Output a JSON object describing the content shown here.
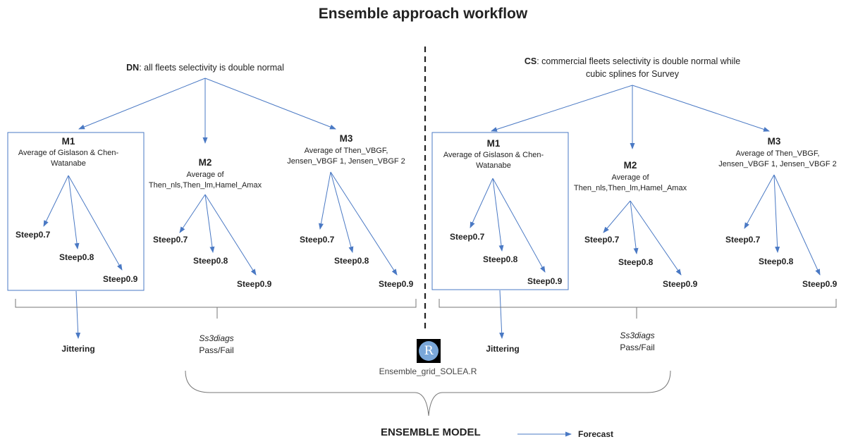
{
  "title": "Ensemble approach workflow",
  "colors": {
    "arrow": "#4a79c4",
    "bracket": "#777777",
    "divider": "#222222",
    "r_logo_bg": "#000000",
    "r_logo_circle": "#7aa7d9"
  },
  "left": {
    "intro_bold": "DN",
    "intro_rest": ": all fleets selectivity is double normal",
    "m1": {
      "title": "M1",
      "desc1": "Average of Gislason & Chen-",
      "desc2": "Watanabe",
      "s07": "Steep0.7",
      "s08": "Steep0.8",
      "s09": "Steep0.9"
    },
    "m2": {
      "title": "M2",
      "desc1": "Average of",
      "desc2": "Then_nls,Then_lm,Hamel_Amax",
      "s07": "Steep0.7",
      "s08": "Steep0.8",
      "s09": "Steep0.9"
    },
    "m3": {
      "title": "M3",
      "desc1": "Average of Then_VBGF,",
      "desc2": "Jensen_VBGF 1, Jensen_VBGF 2",
      "s07": "Steep0.7",
      "s08": "Steep0.8",
      "s09": "Steep0.9"
    },
    "jitter": "Jittering",
    "diag1": "Ss3diags",
    "diag2": "Pass/Fail"
  },
  "right": {
    "intro_bold": "CS",
    "intro_rest": ": commercial fleets selectivity is double normal while",
    "intro_line2": "cubic splines for Survey",
    "m1": {
      "title": "M1",
      "desc1": "Average of Gislason & Chen-",
      "desc2": "Watanabe",
      "s07": "Steep0.7",
      "s08": "Steep0.8",
      "s09": "Steep0.9"
    },
    "m2": {
      "title": "M2",
      "desc1": "Average of",
      "desc2": "Then_nls,Then_lm,Hamel_Amax",
      "s07": "Steep0.7",
      "s08": "Steep0.8",
      "s09": "Steep0.9"
    },
    "m3": {
      "title": "M3",
      "desc1": "Average of Then_VBGF,",
      "desc2": "Jensen_VBGF 1, Jensen_VBGF 2",
      "s07": "Steep0.7",
      "s08": "Steep0.8",
      "s09": "Steep0.9"
    },
    "jitter": "Jittering",
    "diag1": "Ss3diags",
    "diag2": "Pass/Fail"
  },
  "r_logo": {
    "icon": "r-logo-icon",
    "letter": "R",
    "caption": "Ensemble_grid_SOLEA.R"
  },
  "ensemble": "ENSEMBLE MODEL",
  "forecast": "Forecast"
}
